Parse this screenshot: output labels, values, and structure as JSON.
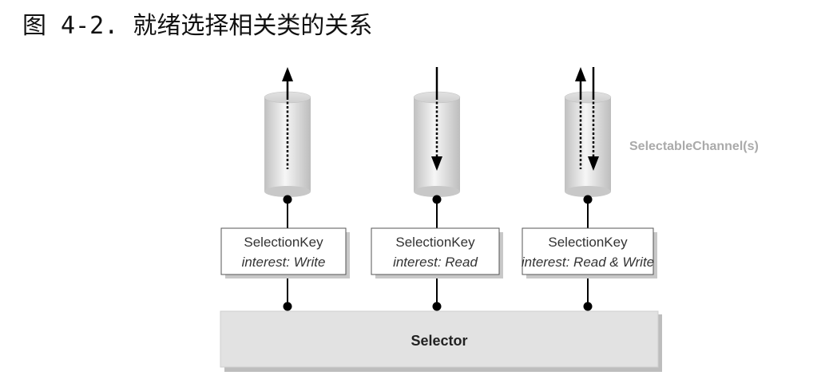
{
  "figure": {
    "caption": "图 4-2. 就绪选择相关类的关系"
  },
  "diagram": {
    "channels_label": "SelectableChannel(s)",
    "selector_label": "Selector",
    "keys": [
      {
        "title": "SelectionKey",
        "interest": "interest: Write",
        "direction": "out"
      },
      {
        "title": "SelectionKey",
        "interest": "interest: Read",
        "direction": "in"
      },
      {
        "title": "SelectionKey",
        "interest": "interest: Read & Write",
        "direction": "both"
      }
    ],
    "colors": {
      "cylinder_light": "#f4f4f4",
      "cylinder_dark": "#c4c4c4",
      "box_shadow": "#c8c8c8",
      "selector_fill": "#e2e2e2",
      "line": "#000000"
    }
  }
}
